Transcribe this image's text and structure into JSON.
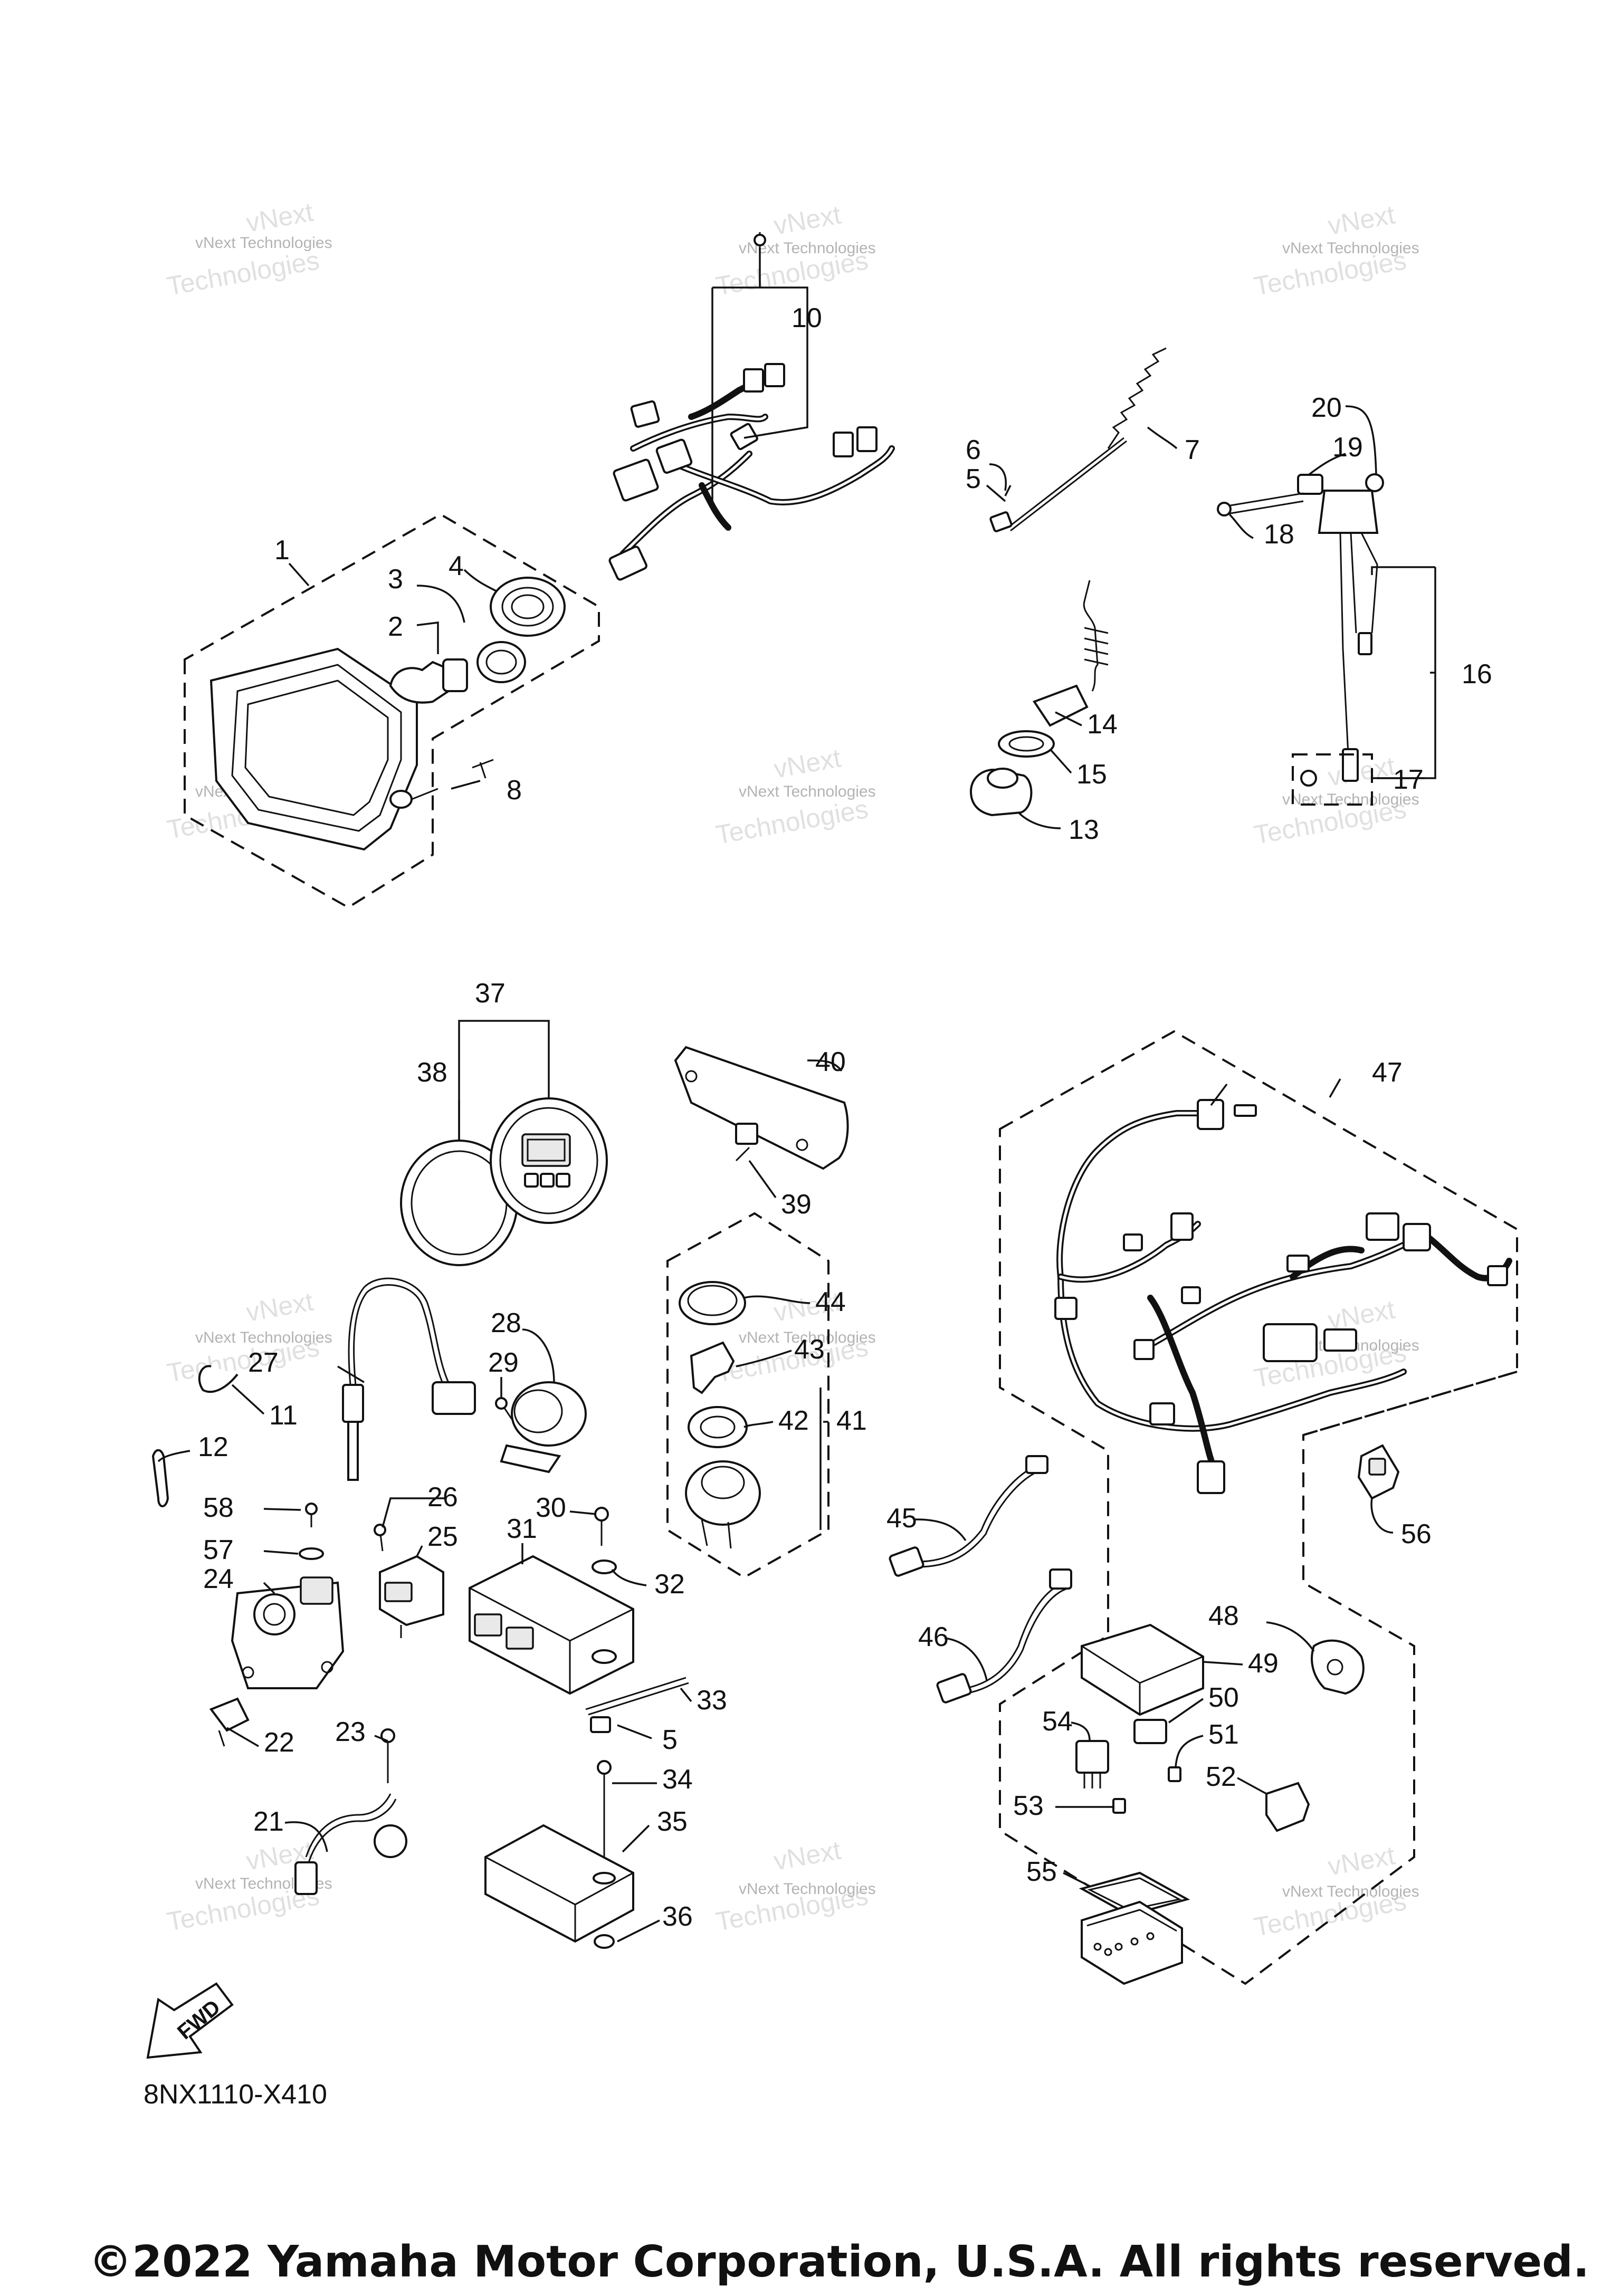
{
  "diagram_code": "8NX1110-X410",
  "copyright": "©2022 Yamaha Motor Corporation, U.S.A. All rights reserved.",
  "fwd_label": "FWD",
  "watermark": {
    "line1": "vNext Technologies",
    "line2": "vNext",
    "line3": "Technologies"
  },
  "callouts": [
    "1",
    "2",
    "3",
    "4",
    "5",
    "5",
    "6",
    "7",
    "8",
    "10",
    "11",
    "12",
    "13",
    "14",
    "15",
    "16",
    "17",
    "18",
    "19",
    "20",
    "21",
    "22",
    "23",
    "24",
    "25",
    "26",
    "27",
    "28",
    "29",
    "30",
    "31",
    "32",
    "33",
    "34",
    "35",
    "36",
    "37",
    "38",
    "39",
    "40",
    "41",
    "42",
    "43",
    "44",
    "45",
    "46",
    "47",
    "48",
    "49",
    "50",
    "51",
    "52",
    "53",
    "54",
    "55",
    "56",
    "57",
    "58"
  ]
}
